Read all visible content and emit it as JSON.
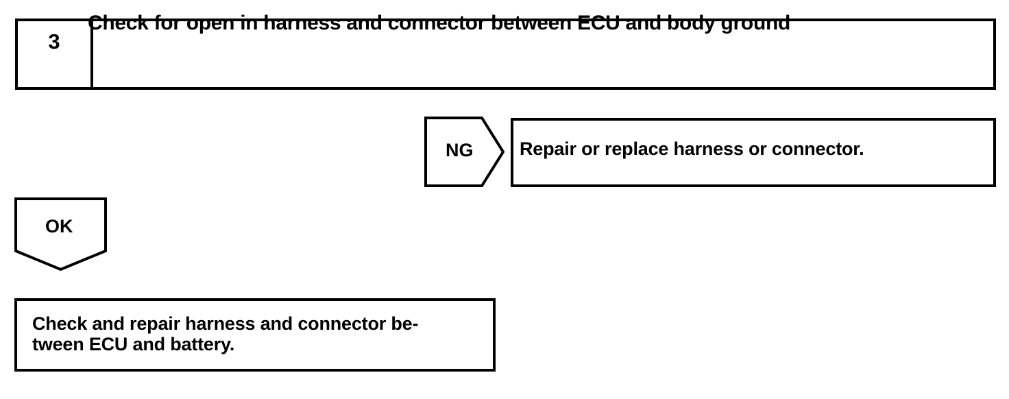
{
  "step": {
    "number": "3",
    "title": "Check for open in harness and connector between ECU and body ground"
  },
  "branches": {
    "ng": {
      "label": "NG",
      "result_text": "Repair or replace harness or connector."
    },
    "ok": {
      "label": "OK",
      "outcome_text": "Check and repair harness and connector be-\ntween ECU and battery."
    }
  },
  "colors": {
    "ink": "#000000",
    "paper": "#ffffff"
  }
}
